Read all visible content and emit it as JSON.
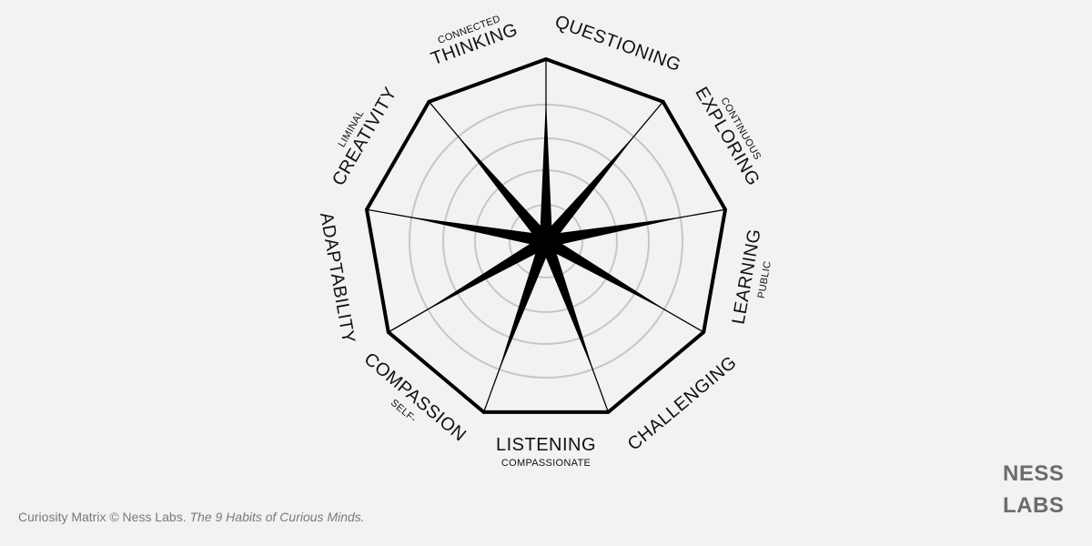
{
  "diagram": {
    "habits": [
      {
        "qualifier": "",
        "name": "QUESTIONING"
      },
      {
        "qualifier": "CONTINUOUS",
        "name": "EXPLORING"
      },
      {
        "qualifier": "PUBLIC",
        "name": "LEARNING"
      },
      {
        "qualifier": "",
        "name": "CHALLENGING"
      },
      {
        "qualifier": "COMPASSIONATE",
        "name": "LISTENING"
      },
      {
        "qualifier": "SELF-",
        "name": "COMPASSION"
      },
      {
        "qualifier": "",
        "name": "ADAPTABILITY"
      },
      {
        "qualifier": "LIMINAL",
        "name": "CREATIVITY"
      },
      {
        "qualifier": "CONNECTED",
        "name": "THINKING"
      }
    ],
    "ring_count": 4
  },
  "brand": {
    "line1": "NESS",
    "line2": "LABS"
  },
  "footer": {
    "text": "Curiosity Matrix © Ness Labs.",
    "title": "The 9 Habits of Curious Minds."
  },
  "colors": {
    "background": "#f4f2f0",
    "outline": "#000000",
    "rings": "#c8c6c4",
    "brand": "#6b6b6b",
    "footer": "#7a7a7a"
  }
}
